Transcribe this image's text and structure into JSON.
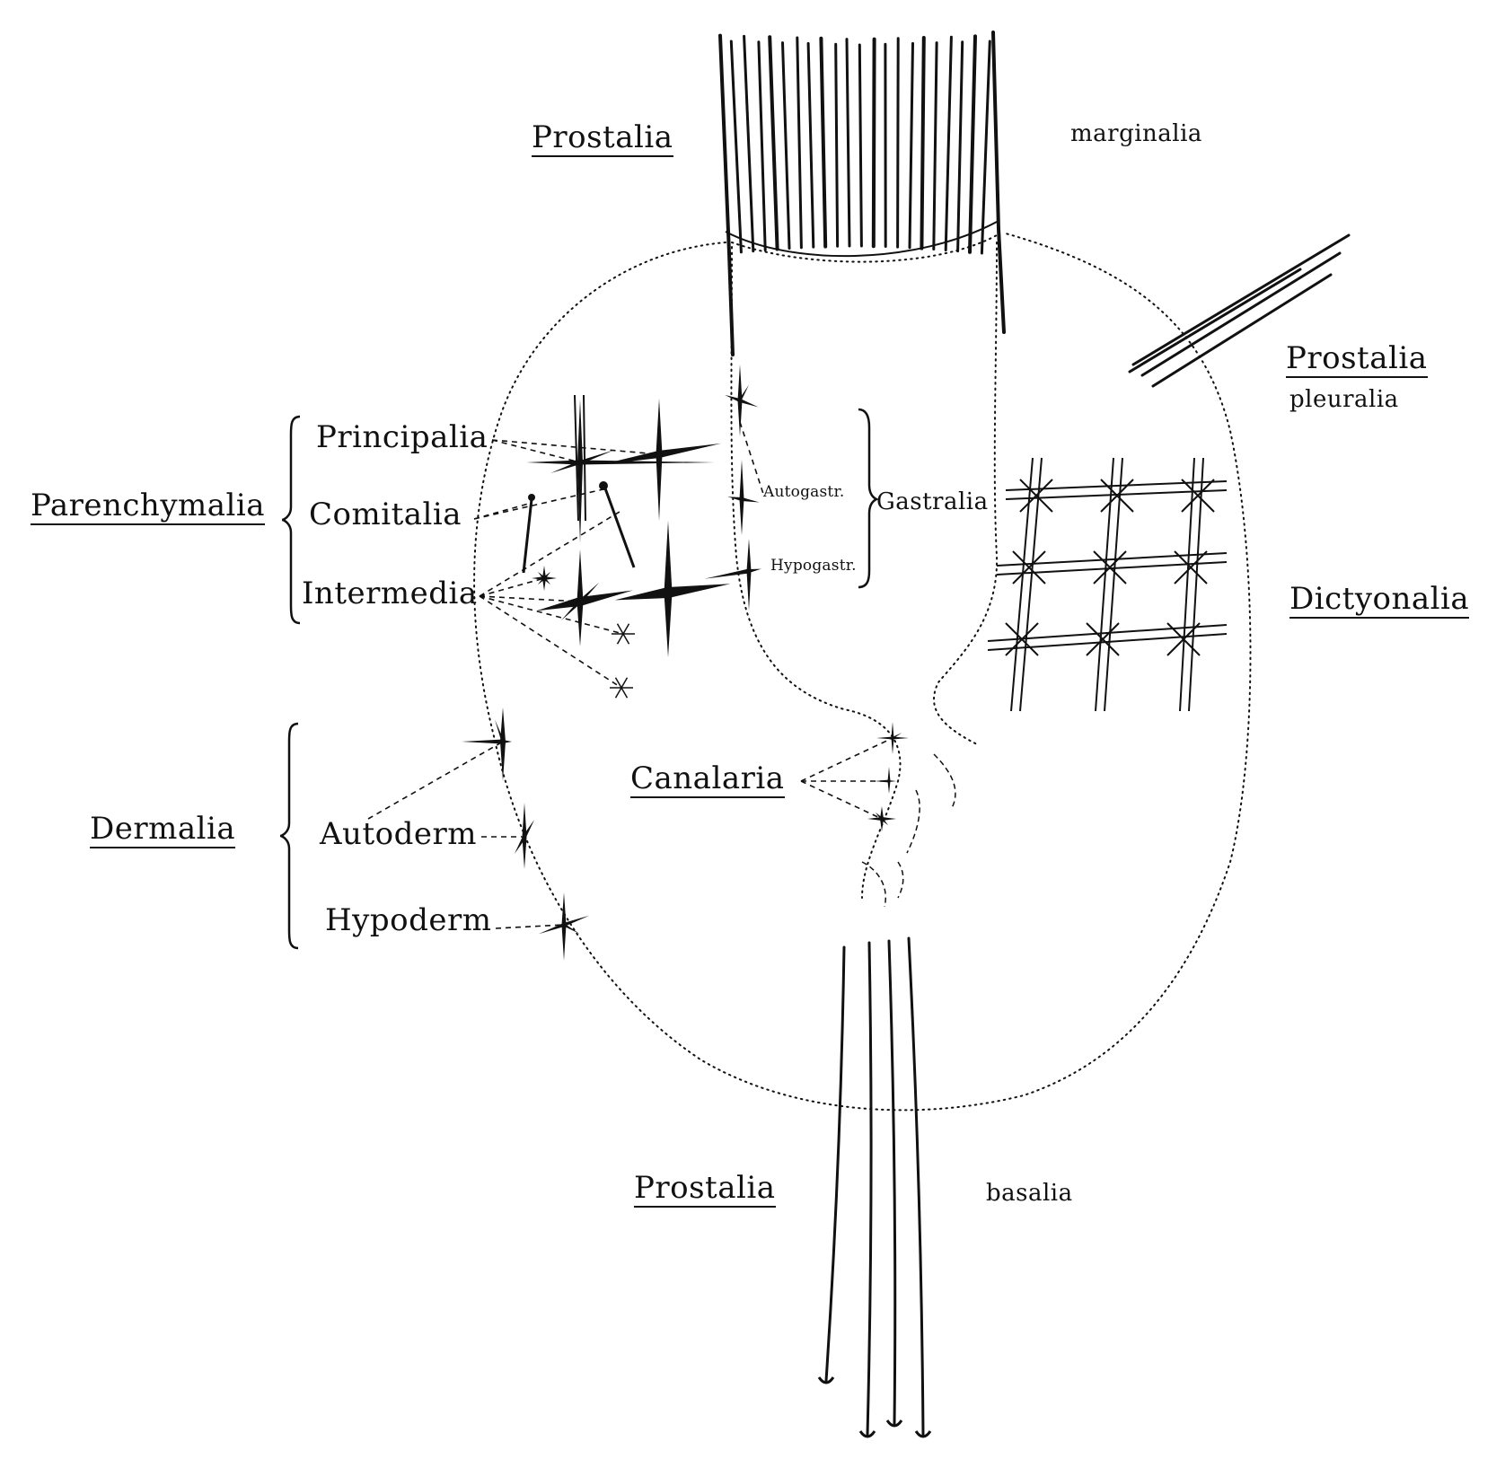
{
  "labels": {
    "prostalia_top": "Prostalia",
    "marginalia": "marginalia",
    "prostalia_right": "Prostalia",
    "pleuralia": "pleuralia",
    "parenchymalia": "Parenchymalia",
    "principalia": "Principalia",
    "comitalia": "Comitalia",
    "intermedia": "Intermedia",
    "autogastr": "Autogastr.",
    "hypogastr": "Hypogastr.",
    "gastralia": "Gastralia",
    "dictyonalia": "Dictyonalia",
    "canalaria": "Canalaria",
    "dermalia": "Dermalia",
    "autoderm": "Autoderm",
    "hypoderm": "Hypoderm",
    "prostalia_bottom": "Prostalia",
    "basalia": "basalia"
  },
  "colors": {
    "ink": "#111111",
    "paper": "#ffffff"
  }
}
